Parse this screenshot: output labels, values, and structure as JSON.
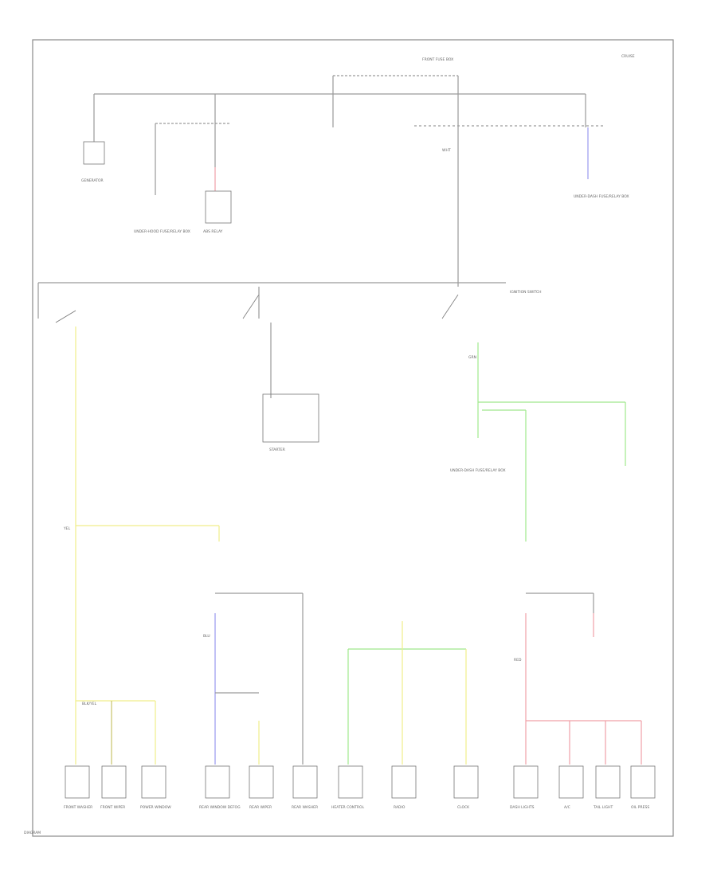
{
  "colors": {
    "ground_wire": "#9a9a9a",
    "yellow_wire": "#f0ee8a",
    "green_wire": "#9fe88c",
    "blue_wire": "#9898ee",
    "pink_wire": "#f0a0a8",
    "olive_wire": "#c9c36a",
    "frame": "#8a8a8a"
  },
  "labels": {
    "top_fuse_box": "FRONT FUSE BOX",
    "top_right_note": "CRUISE",
    "ignition_switch": "IGNITION SWITCH",
    "generator": "GENERATOR",
    "abs_relay": "ABS RELAY",
    "underhood_fuse": "UNDER-HOOD FUSE/RELAY BOX",
    "starter": "STARTER",
    "dash_fuse": "UNDER-DASH FUSE/RELAY BOX",
    "right_note": "UNDER-DASH FUSE/RELAY BOX",
    "footer_code": "DIAGRAM"
  },
  "components": {
    "c1": "FRONT WASHER",
    "c2": "FRONT WIPER",
    "c3": "POWER WINDOW",
    "c4": "REAR WINDOW DEFOG",
    "c5": "REAR WIPER",
    "c6": "REAR WASHER",
    "c7": "HEATER CONTROL",
    "c8": "RADIO",
    "c9": "CLOCK",
    "c10": "DASH LIGHTS",
    "c11": "A/C",
    "c12": "TAIL LIGHT",
    "c13": "OIL PRESS"
  },
  "wire_codes": {
    "w1": "BLK/YEL",
    "w2": "YEL",
    "w3": "GRN",
    "w4": "BLU",
    "w5": "RED",
    "w6": "WHT"
  }
}
